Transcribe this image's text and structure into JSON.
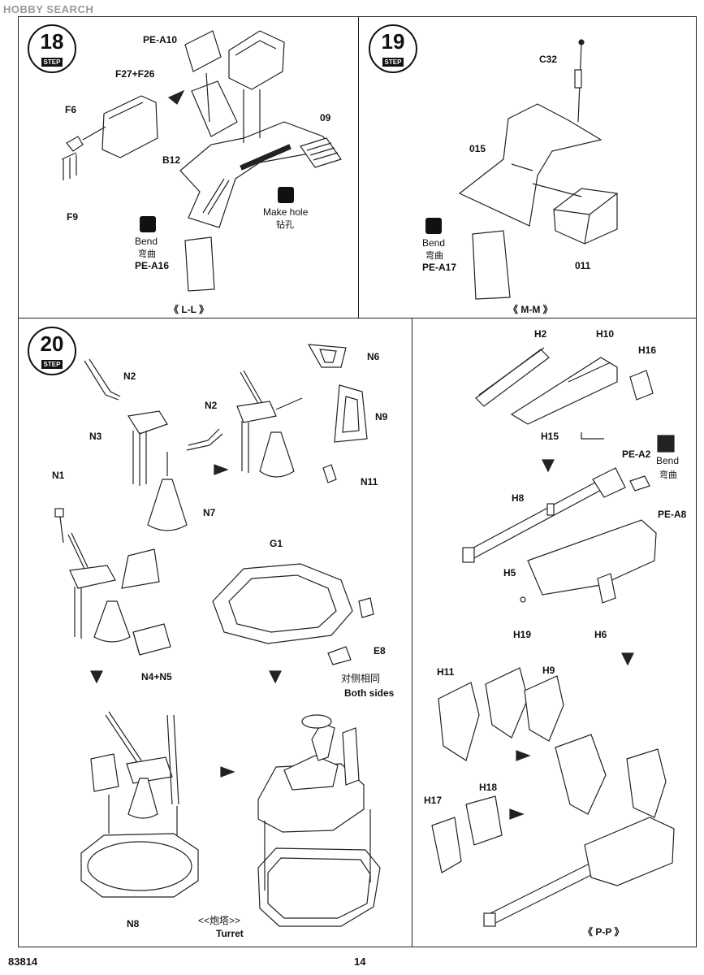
{
  "watermark": "HOBBY SEARCH",
  "footer": {
    "code": "83814",
    "page": "14"
  },
  "step18": {
    "number": "18",
    "step_label": "STEP",
    "parts": [
      "PE-A10",
      "F27+F26",
      "F6",
      "F9",
      "B12",
      "09",
      "PE-A16"
    ],
    "make_hole_en": "Make hole",
    "make_hole_zh": "钻孔",
    "bend_en": "Bend",
    "bend_zh": "弯曲",
    "view": "《 L-L 》"
  },
  "step19": {
    "number": "19",
    "step_label": "STEP",
    "parts": [
      "C32",
      "015",
      "PE-A17",
      "011"
    ],
    "bend_en": "Bend",
    "bend_zh": "弯曲",
    "view": "《 M-M 》"
  },
  "step20": {
    "number": "20",
    "step_label": "STEP",
    "parts": [
      "N2",
      "N3",
      "N2",
      "N6",
      "N9",
      "N11",
      "N1",
      "N7",
      "G1",
      "E8",
      "N4+N5",
      "N8"
    ],
    "both_sides_zh": "对侧相同",
    "both_sides_en": "Both sides",
    "turret_zh": "<<炮塔>>",
    "turret_en": "Turret"
  },
  "pp": {
    "parts": [
      "H2",
      "H10",
      "H16",
      "H15",
      "PE-A2",
      "PE-A8",
      "H8",
      "H5",
      "H19",
      "H6",
      "H11",
      "H9",
      "H17",
      "H18"
    ],
    "bend_en": "Bend",
    "bend_zh": "弯曲",
    "view": "《 P-P 》"
  }
}
